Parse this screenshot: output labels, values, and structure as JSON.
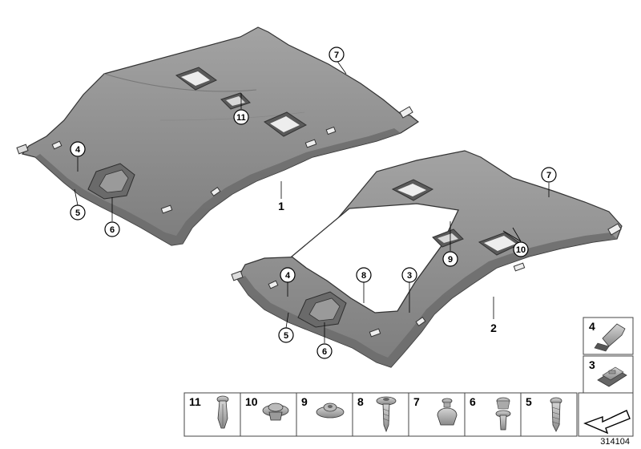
{
  "diagram_number": "314104",
  "assembly_labels": [
    "1",
    "2"
  ],
  "callouts": [
    "7",
    "11",
    "4",
    "5",
    "6",
    "7",
    "9",
    "10",
    "4",
    "8",
    "3",
    "5",
    "6"
  ],
  "parts_row": [
    "11",
    "10",
    "9",
    "8",
    "7",
    "6",
    "5"
  ],
  "side_parts": [
    "4",
    "3"
  ],
  "colors": {
    "headliner": "#8f8f8f",
    "headliner_dark": "#6e6e6e",
    "outline": "#3a3a3a",
    "box_border": "#444444"
  }
}
